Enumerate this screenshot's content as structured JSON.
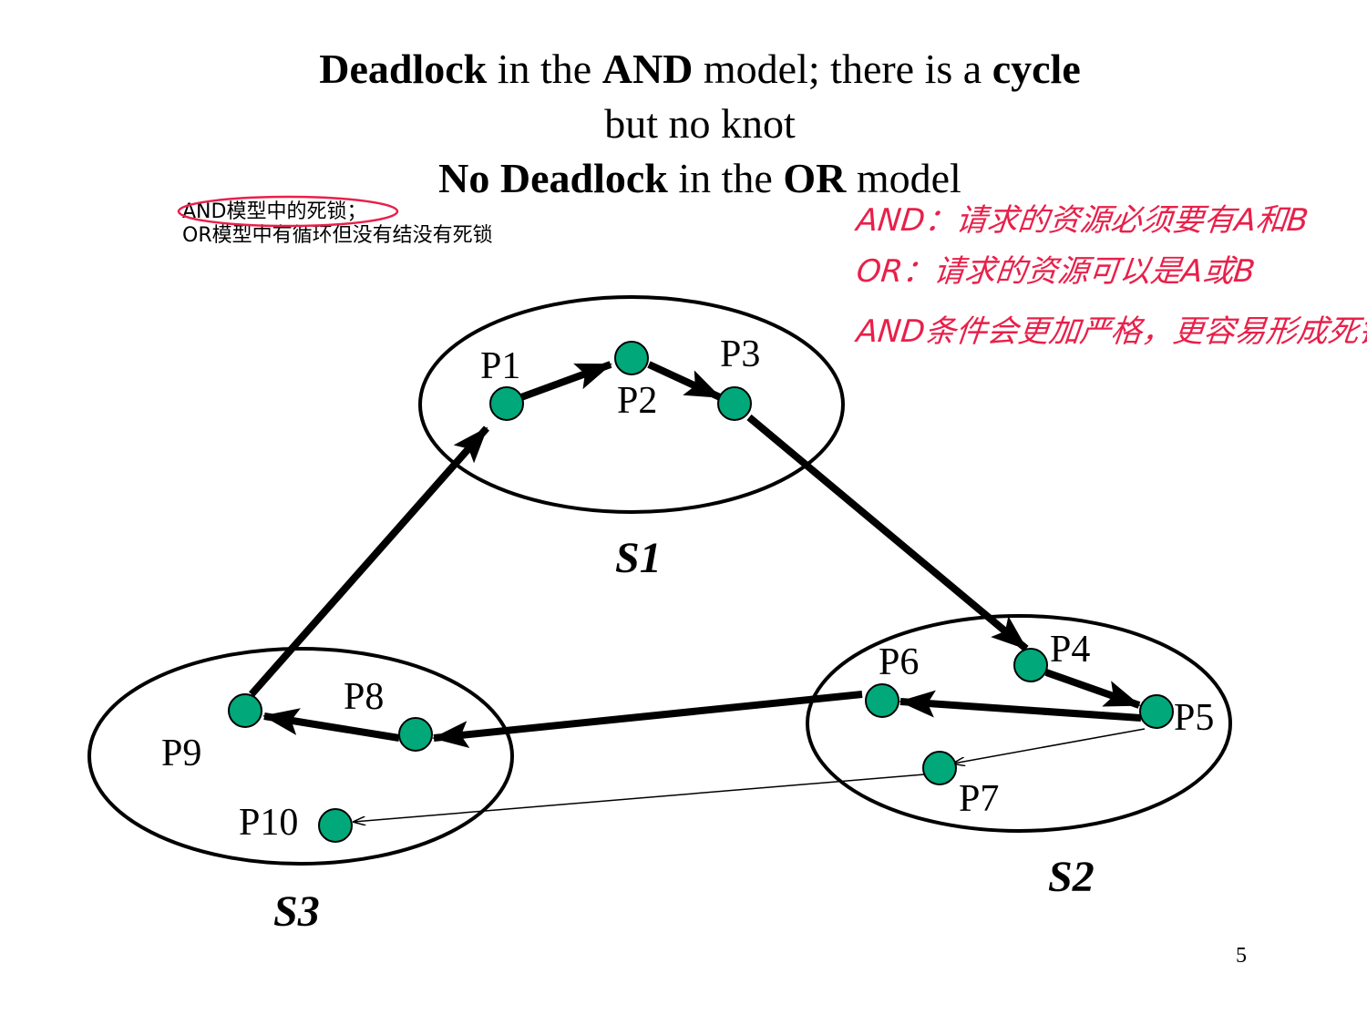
{
  "title": {
    "line1": {
      "p1": "Deadlock",
      "p2": " in the ",
      "p3": "AND",
      "p4": " model; there is a ",
      "p5": "cycle"
    },
    "line2": "but no knot",
    "line3": {
      "p1": "No Deadlock",
      "p2": " in the ",
      "p3": "OR",
      "p4": " model"
    }
  },
  "notes": {
    "line1": "AND模型中的死锁；",
    "line2": "OR模型中有循环但没有结没有死锁"
  },
  "handwritten": {
    "line1": "AND：请求的资源必须要有A和B",
    "line2": "OR：请求的资源可以是A或B",
    "line3": "AND条件会更加严格，更容易形成死锁"
  },
  "diagram": {
    "nodes": [
      "P1",
      "P2",
      "P3",
      "P4",
      "P5",
      "P6",
      "P7",
      "P8",
      "P9",
      "P10"
    ],
    "sites": [
      "S1",
      "S2",
      "S3"
    ],
    "edges": [
      {
        "from": "P1",
        "to": "P2",
        "weight": "thick"
      },
      {
        "from": "P2",
        "to": "P3",
        "weight": "thick"
      },
      {
        "from": "P3",
        "to": "P4",
        "weight": "thick"
      },
      {
        "from": "P4",
        "to": "P5",
        "weight": "thick"
      },
      {
        "from": "P5",
        "to": "P6",
        "weight": "thick"
      },
      {
        "from": "P6",
        "to": "P8",
        "weight": "thick"
      },
      {
        "from": "P8",
        "to": "P9",
        "weight": "thick"
      },
      {
        "from": "P9",
        "to": "P1",
        "weight": "thick"
      },
      {
        "from": "P5",
        "to": "P7",
        "weight": "thin"
      },
      {
        "from": "P7",
        "to": "P10",
        "weight": "thin"
      }
    ],
    "node_color": "#00a87a"
  },
  "page_number": "5",
  "colors": {
    "annotation": "#e8204a",
    "highlight_circle": "#e8204a"
  }
}
